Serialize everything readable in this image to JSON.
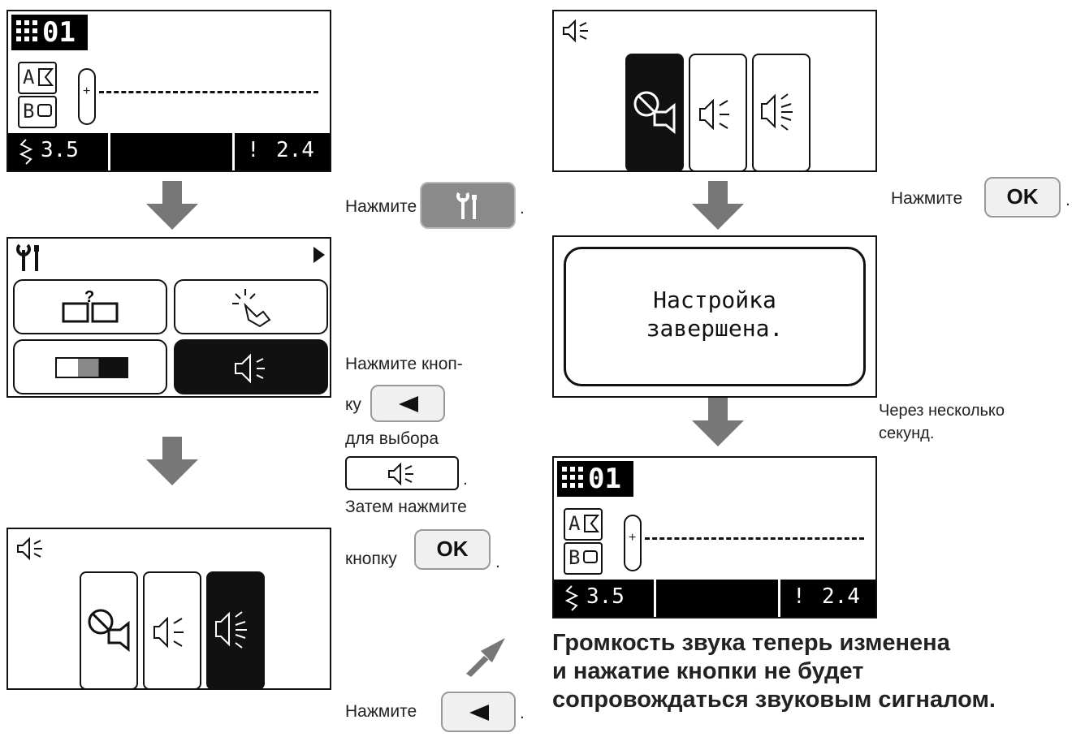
{
  "screen_home": {
    "pattern_badge": "01",
    "foot_a": "A",
    "foot_b": "B",
    "width_value": "3.5",
    "length_value": "2.4",
    "warning_mark": "!"
  },
  "screen_settings": {
    "has_next_page": true
  },
  "screen_volume": {
    "option_labels": [
      "mute",
      "low",
      "high"
    ]
  },
  "screen_done": {
    "message_line1": "Настройка",
    "message_line2": "завершена."
  },
  "instructions": {
    "press_text": "Нажмите",
    "press_button_text": "Нажмите кноп-",
    "button_word_end": "ку",
    "for_select": "для выбора",
    "then_press": "Затем нажмите",
    "button_word": "кнопку",
    "ok_label": "OK",
    "after_seconds_line1": "Через несколько",
    "after_seconds_line2": "секунд.",
    "period": "."
  },
  "final_note": {
    "line1": "Громкость звука теперь изменена",
    "line2": "и нажатие кнопки не будет",
    "line3": "сопровождаться звуковым сигналом."
  },
  "colors": {
    "arrow": "#777777",
    "lcd_dark": "#111111",
    "button_bg": "#f0f0f0",
    "button_border": "#999999"
  }
}
